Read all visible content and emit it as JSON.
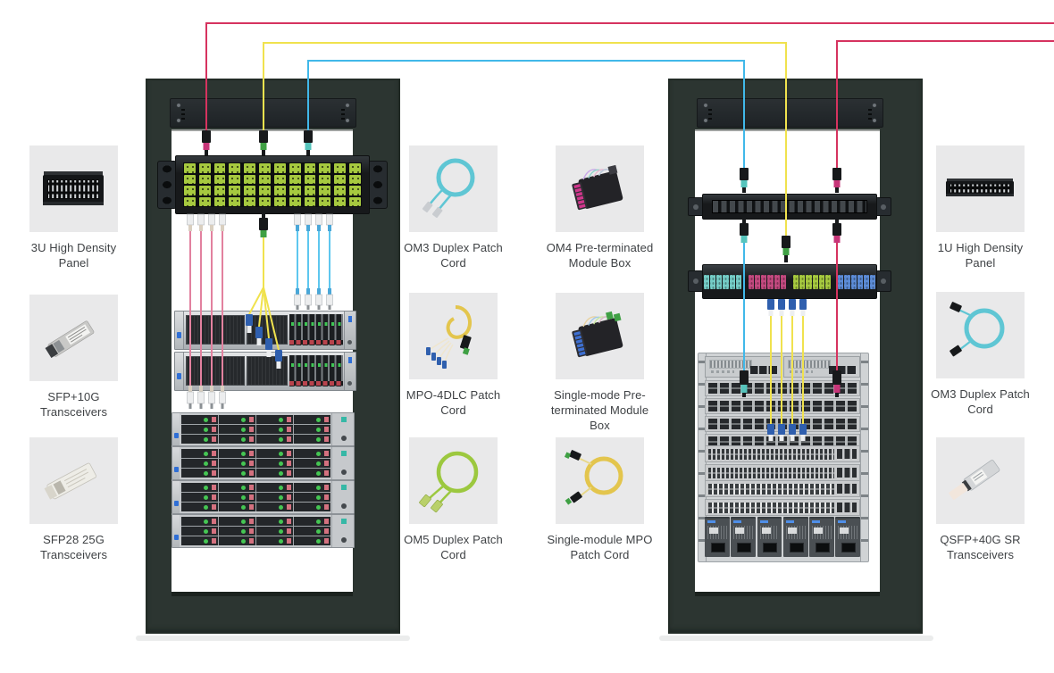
{
  "colors": {
    "cable_red": "#d6335f",
    "cable_pink": "#e2819f",
    "cable_yellow": "#f0e24e",
    "cable_blue": "#41b8e9",
    "cable_blue_light": "#5ec7ef",
    "rack_frame": "#2c3531",
    "panel_black": "#1e2326",
    "adapter_lime": "#a6c93f",
    "adapter_aqua": "#74ccc6",
    "adapter_magenta": "#c2497f",
    "adapter_blue": "#5c8bd6",
    "card_bg": "#e9e9ea"
  },
  "products": {
    "left": [
      {
        "label": "3U High Density Panel"
      },
      {
        "label": "SFP+10G Transceivers"
      },
      {
        "label": "SFP28 25G Transceivers"
      }
    ],
    "middle_left": [
      {
        "label": "OM3 Duplex Patch Cord"
      },
      {
        "label": "MPO-4DLC Patch Cord"
      },
      {
        "label": "OM5 Duplex Patch Cord"
      }
    ],
    "middle_right": [
      {
        "label": "OM4 Pre-terminated Module Box"
      },
      {
        "label": "Single-mode Pre-terminated Module Box"
      },
      {
        "label": "Single-module MPO Patch Cord"
      }
    ],
    "right": [
      {
        "label": "1U High Density Panel"
      },
      {
        "label": "OM3 Duplex Patch Cord"
      },
      {
        "label": "QSFP+40G SR Transceivers"
      }
    ]
  }
}
